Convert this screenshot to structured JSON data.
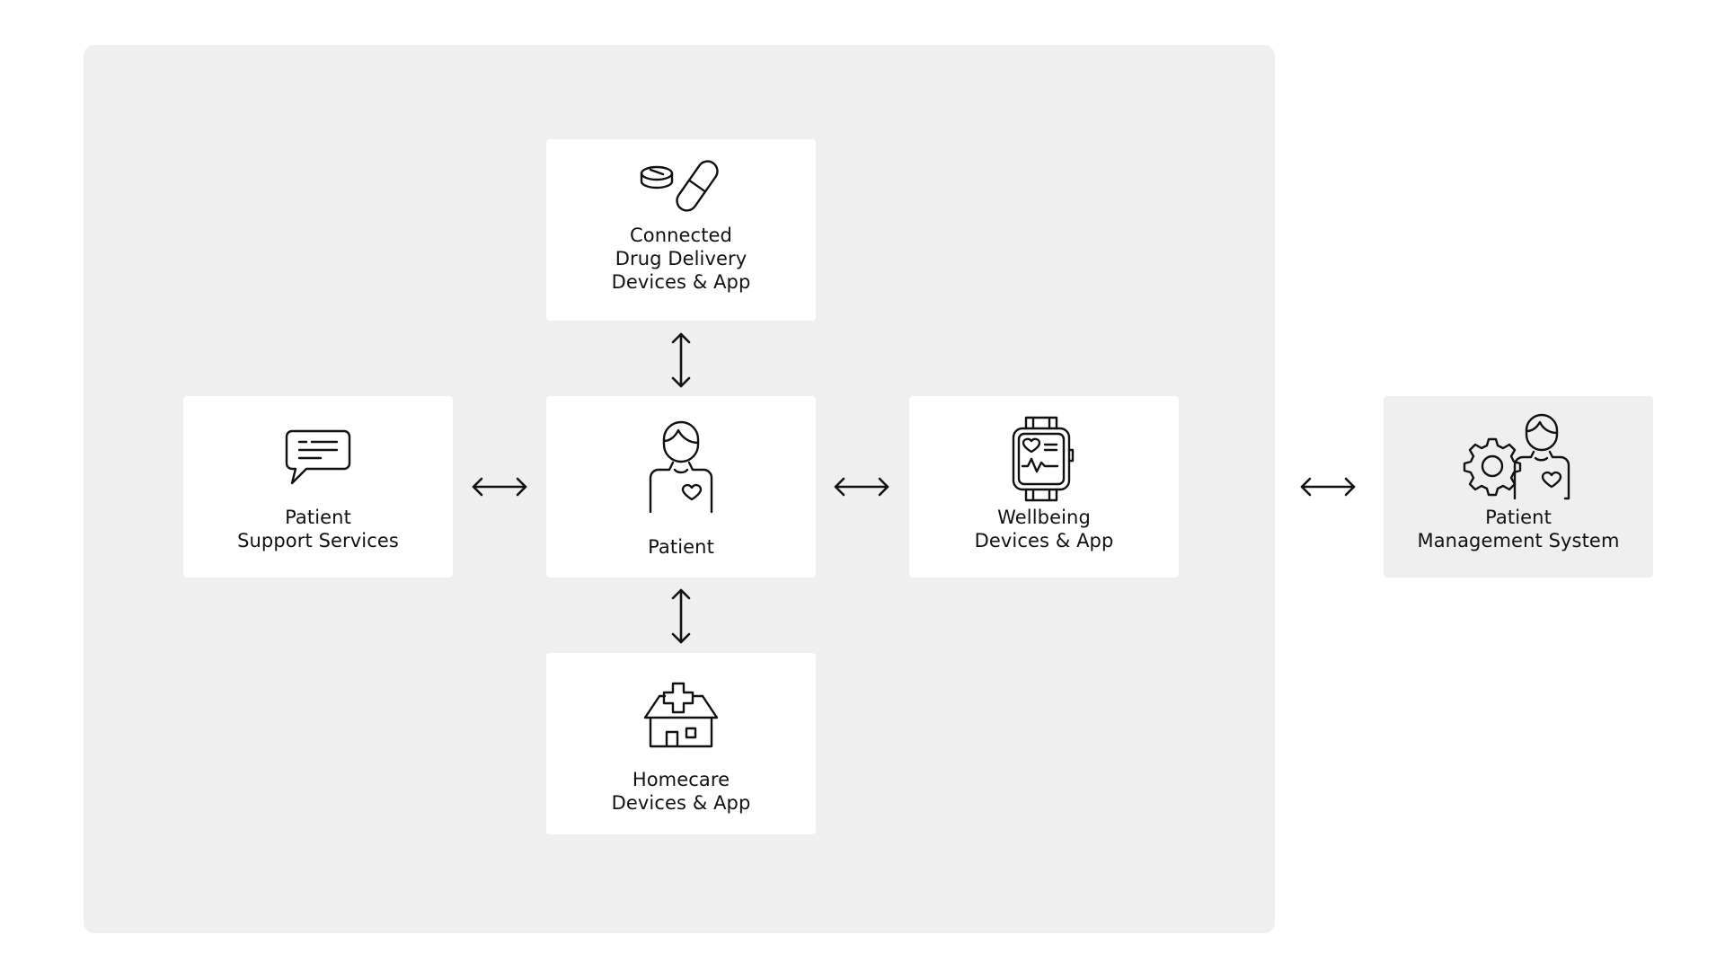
{
  "nodes": {
    "drug_delivery": {
      "lines": [
        "Connected",
        "Drug Delivery",
        "Devices & App"
      ],
      "icon": "pill-capsule-icon"
    },
    "support": {
      "lines": [
        "Patient",
        "Support Services"
      ],
      "icon": "chat-bubble-icon"
    },
    "patient": {
      "lines": [
        "Patient"
      ],
      "icon": "patient-heart-icon"
    },
    "wellbeing": {
      "lines": [
        "Wellbeing",
        "Devices & App"
      ],
      "icon": "smartwatch-heart-icon"
    },
    "homecare": {
      "lines": [
        "Homecare",
        "Devices & App"
      ],
      "icon": "home-medical-icon"
    },
    "management": {
      "lines": [
        "Patient",
        "Management System"
      ],
      "icon": "gear-patient-icon"
    }
  },
  "connections": [
    {
      "from": "drug_delivery",
      "to": "patient",
      "type": "bidirectional"
    },
    {
      "from": "support",
      "to": "patient",
      "type": "bidirectional"
    },
    {
      "from": "patient",
      "to": "wellbeing",
      "type": "bidirectional"
    },
    {
      "from": "patient",
      "to": "homecare",
      "type": "bidirectional"
    },
    {
      "from": "wellbeing",
      "to": "management",
      "type": "bidirectional"
    }
  ],
  "colors": {
    "panel": "#efefef",
    "node": "#ffffff",
    "external_node": "#efefef",
    "ink": "#111111"
  }
}
